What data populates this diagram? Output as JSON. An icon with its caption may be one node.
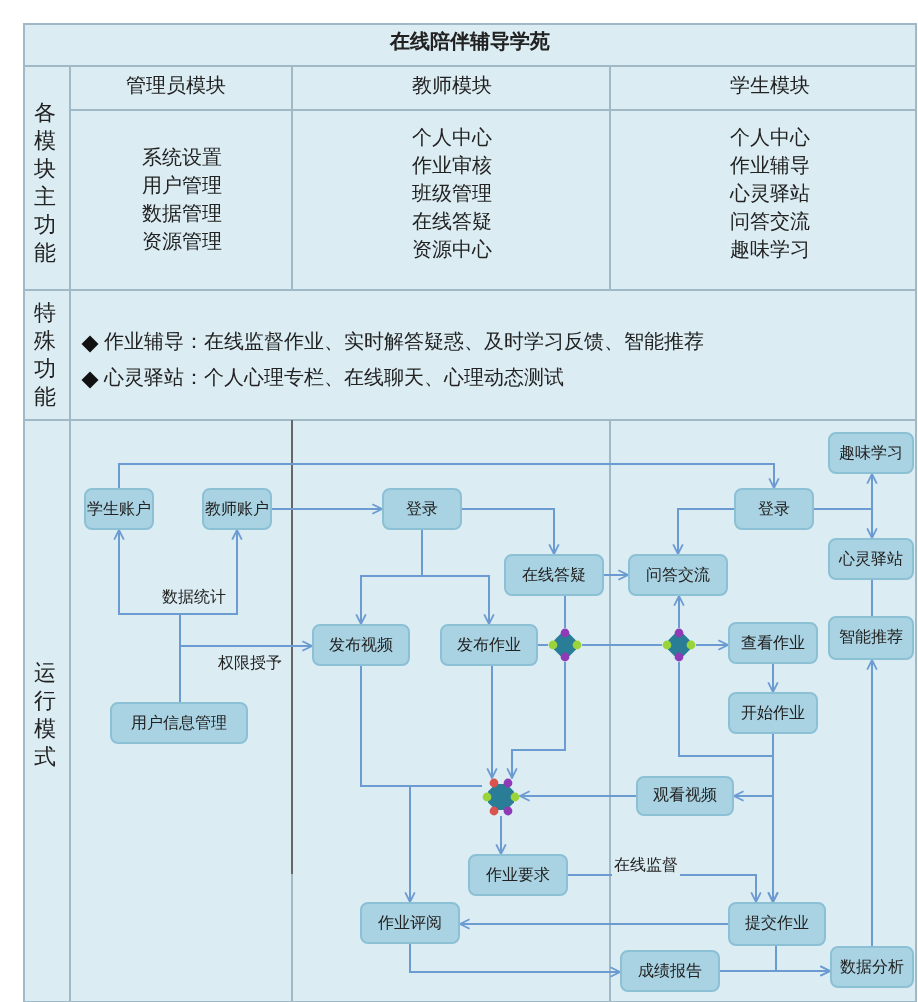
{
  "diagram": {
    "title": "在线陪伴辅导学苑",
    "nodes": [
      {
        "text": [
          "学生账户"
        ]
      },
      {
        "text": [
          "教师账户"
        ]
      },
      {
        "text": [
          "用户信息管理"
        ]
      },
      {
        "text": [
          "登录"
        ]
      },
      {
        "text": [
          "在线答疑"
        ]
      },
      {
        "text": [
          "发布视频"
        ]
      },
      {
        "text": [
          "发布作业"
        ]
      },
      {
        "text": [],
        "shape": "circle"
      },
      {
        "text": [
          "问答交流"
        ]
      },
      {
        "text": [],
        "shape": "circle"
      },
      {
        "text": [
          "登录"
        ]
      },
      {
        "text": [
          "趣味学习"
        ]
      },
      {
        "text": [
          "心灵驿站"
        ]
      },
      {
        "text": [
          "智能推荐"
        ]
      },
      {
        "text": [
          "查看作业"
        ]
      },
      {
        "text": [
          "开始作业"
        ]
      },
      {
        "text": [],
        "shape": "circle"
      },
      {
        "text": [
          "观看视频"
        ]
      },
      {
        "text": [
          "作业要求"
        ]
      },
      {
        "text": [
          "作业评阅"
        ]
      },
      {
        "text": [
          "提交作业"
        ]
      },
      {
        "text": [
          "成绩报告"
        ]
      },
      {
        "text": [
          "数据分析"
        ]
      }
    ],
    "edges": [
      {
        "from": 2,
        "to": 0,
        "arrow": "to",
        "label": "数据统计"
      },
      {
        "from": 2,
        "to": 1,
        "arrow": "to"
      },
      {
        "from": 2,
        "to": 5,
        "arrow": "to",
        "label": "权限授予"
      },
      {
        "from": 0,
        "to": 10,
        "arrow": "to"
      },
      {
        "from": 1,
        "to": 3,
        "arrow": "to"
      },
      {
        "from": 3,
        "to": 4,
        "arrow": "to"
      },
      {
        "from": 3,
        "to": 5,
        "arrow": "to"
      },
      {
        "from": 3,
        "to": 6,
        "arrow": "to"
      },
      {
        "from": 4,
        "to": 8,
        "arrow": "to"
      },
      {
        "from": 10,
        "to": 8,
        "arrow": "to"
      },
      {
        "from": 10,
        "to": 11,
        "arrow": "to"
      },
      {
        "from": 10,
        "to": 12,
        "arrow": "to"
      },
      {
        "from": 12,
        "to": 13,
        "arrow": "none"
      },
      {
        "from": 22,
        "to": 13,
        "arrow": "to"
      },
      {
        "from": 4,
        "to": 7,
        "arrow": "none"
      },
      {
        "from": 6,
        "to": 7,
        "arrow": "none"
      },
      {
        "from": 7,
        "to": 9,
        "arrow": "none"
      },
      {
        "from": 9,
        "to": 8,
        "arrow": "to"
      },
      {
        "from": 9,
        "to": 14,
        "arrow": "to"
      },
      {
        "from": 9,
        "to": 20,
        "arrow": "to"
      },
      {
        "from": 14,
        "to": 15,
        "arrow": "to"
      },
      {
        "from": 15,
        "to": 20,
        "arrow": "to"
      },
      {
        "from": 15,
        "to": 17,
        "arrow": "to"
      },
      {
        "from": 17,
        "to": 16,
        "arrow": "to"
      },
      {
        "from": 5,
        "to": 16,
        "arrow": "none"
      },
      {
        "from": 5,
        "to": 19,
        "arrow": "to"
      },
      {
        "from": 6,
        "to": 16,
        "arrow": "to"
      },
      {
        "from": 7,
        "to": 16,
        "arrow": "to"
      },
      {
        "from": 16,
        "to": 18,
        "arrow": "to"
      },
      {
        "from": 18,
        "to": 20,
        "arrow": "to",
        "label": "在线监督"
      },
      {
        "from": 20,
        "to": 19,
        "arrow": "to"
      },
      {
        "from": 19,
        "to": 21,
        "arrow": "to"
      },
      {
        "from": 21,
        "to": 22,
        "arrow": "to"
      },
      {
        "from": 20,
        "to": 22,
        "arrow": "to"
      }
    ],
    "labels": [
      "各模块主功能",
      "管理员模块",
      "教师模块",
      "学生模块",
      "系统设置",
      "用户管理",
      "数据管理",
      "资源管理",
      "个人中心",
      "作业审核",
      "班级管理",
      "在线答疑",
      "资源中心",
      "个人中心",
      "作业辅导",
      "心灵驿站",
      "问答交流",
      "趣味学习",
      "特殊功能",
      "作业辅导：在线监督作业、实时解答疑惑、及时学习反馈、智能推荐",
      "心灵驿站：个人心理专栏、在线聊天、心理动态测试",
      "运行模式"
    ]
  }
}
